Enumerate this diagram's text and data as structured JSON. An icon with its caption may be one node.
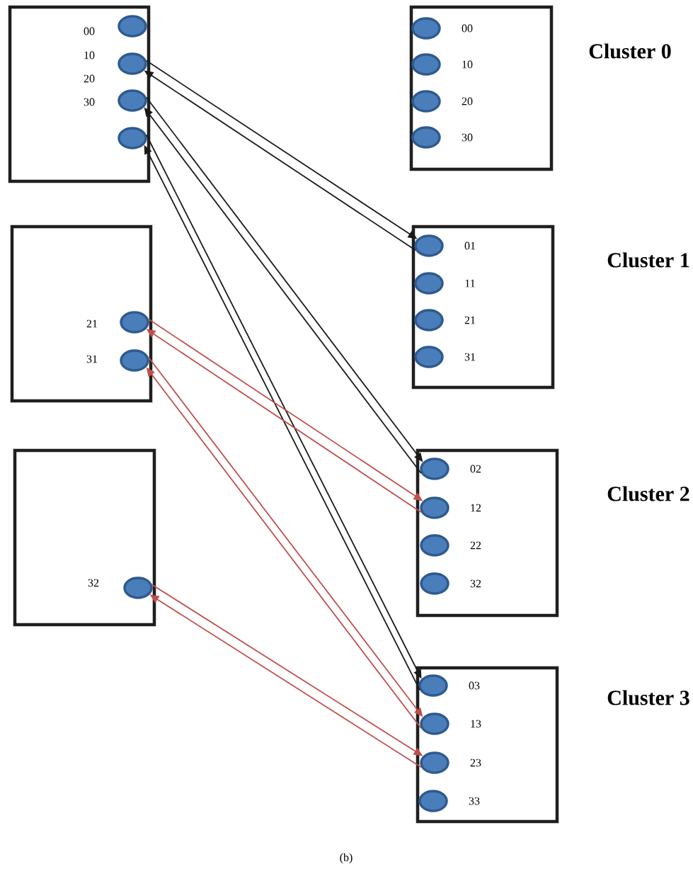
{
  "diagram": {
    "caption": "(b)",
    "nodes": [
      {
        "text": [],
        "shape": "box"
      },
      {
        "text": [],
        "shape": "ellipse",
        "in": 0,
        "beside": [
          "00"
        ]
      },
      {
        "text": [],
        "shape": "ellipse",
        "in": 0,
        "beside": [
          "10"
        ]
      },
      {
        "text": [],
        "shape": "ellipse",
        "in": 0,
        "beside": [
          "20"
        ]
      },
      {
        "text": [],
        "shape": "ellipse",
        "in": 0,
        "beside": [
          "30"
        ]
      },
      {
        "text": [],
        "shape": "box",
        "beside": [
          "Cluster 0"
        ]
      },
      {
        "text": [],
        "shape": "ellipse",
        "in": 5,
        "beside": [
          "00"
        ]
      },
      {
        "text": [],
        "shape": "ellipse",
        "in": 5,
        "beside": [
          "10"
        ]
      },
      {
        "text": [],
        "shape": "ellipse",
        "in": 5,
        "beside": [
          "20"
        ]
      },
      {
        "text": [],
        "shape": "ellipse",
        "in": 5,
        "beside": [
          "30"
        ]
      },
      {
        "text": [],
        "shape": "box"
      },
      {
        "text": [],
        "shape": "ellipse",
        "in": 10,
        "beside": [
          "21"
        ]
      },
      {
        "text": [],
        "shape": "ellipse",
        "in": 10,
        "beside": [
          "31"
        ]
      },
      {
        "text": [],
        "shape": "box",
        "beside": [
          "Cluster 1"
        ]
      },
      {
        "text": [],
        "shape": "ellipse",
        "in": 13,
        "beside": [
          "01"
        ]
      },
      {
        "text": [],
        "shape": "ellipse",
        "in": 13,
        "beside": [
          "11"
        ]
      },
      {
        "text": [],
        "shape": "ellipse",
        "in": 13,
        "beside": [
          "21"
        ]
      },
      {
        "text": [],
        "shape": "ellipse",
        "in": 13,
        "beside": [
          "31"
        ]
      },
      {
        "text": [],
        "shape": "box"
      },
      {
        "text": [],
        "shape": "ellipse",
        "in": 18,
        "beside": [
          "32"
        ]
      },
      {
        "text": [],
        "shape": "box",
        "beside": [
          "Cluster 2"
        ]
      },
      {
        "text": [],
        "shape": "ellipse",
        "in": 20,
        "beside": [
          "02"
        ]
      },
      {
        "text": [],
        "shape": "ellipse",
        "in": 20,
        "beside": [
          "12"
        ]
      },
      {
        "text": [],
        "shape": "ellipse",
        "in": 20,
        "beside": [
          "22"
        ]
      },
      {
        "text": [],
        "shape": "ellipse",
        "in": 20,
        "beside": [
          "32"
        ]
      },
      {
        "text": [],
        "shape": "box",
        "beside": [
          "Cluster 3"
        ]
      },
      {
        "text": [],
        "shape": "ellipse",
        "in": 25,
        "beside": [
          "03"
        ]
      },
      {
        "text": [],
        "shape": "ellipse",
        "in": 25,
        "beside": [
          "13"
        ]
      },
      {
        "text": [],
        "shape": "ellipse",
        "in": 25,
        "beside": [
          "23"
        ]
      },
      {
        "text": [],
        "shape": "ellipse",
        "in": 25,
        "beside": [
          "33"
        ]
      }
    ],
    "edges": [
      {
        "from": 2,
        "to": 14,
        "arrow": "to"
      },
      {
        "from": 14,
        "to": 2,
        "arrow": "to"
      },
      {
        "from": 3,
        "to": 21,
        "arrow": "to"
      },
      {
        "from": 21,
        "to": 3,
        "arrow": "to"
      },
      {
        "from": 4,
        "to": 26,
        "arrow": "to"
      },
      {
        "from": 26,
        "to": 4,
        "arrow": "to"
      },
      {
        "from": 11,
        "to": 22,
        "arrow": "to",
        "color": "#c0504d"
      },
      {
        "from": 22,
        "to": 11,
        "arrow": "to",
        "color": "#c0504d"
      },
      {
        "from": 12,
        "to": 27,
        "arrow": "to",
        "color": "#c0504d"
      },
      {
        "from": 27,
        "to": 12,
        "arrow": "to",
        "color": "#c0504d"
      },
      {
        "from": 19,
        "to": 28,
        "arrow": "to",
        "color": "#c0504d"
      },
      {
        "from": 28,
        "to": 19,
        "arrow": "to",
        "color": "#c0504d"
      }
    ]
  }
}
